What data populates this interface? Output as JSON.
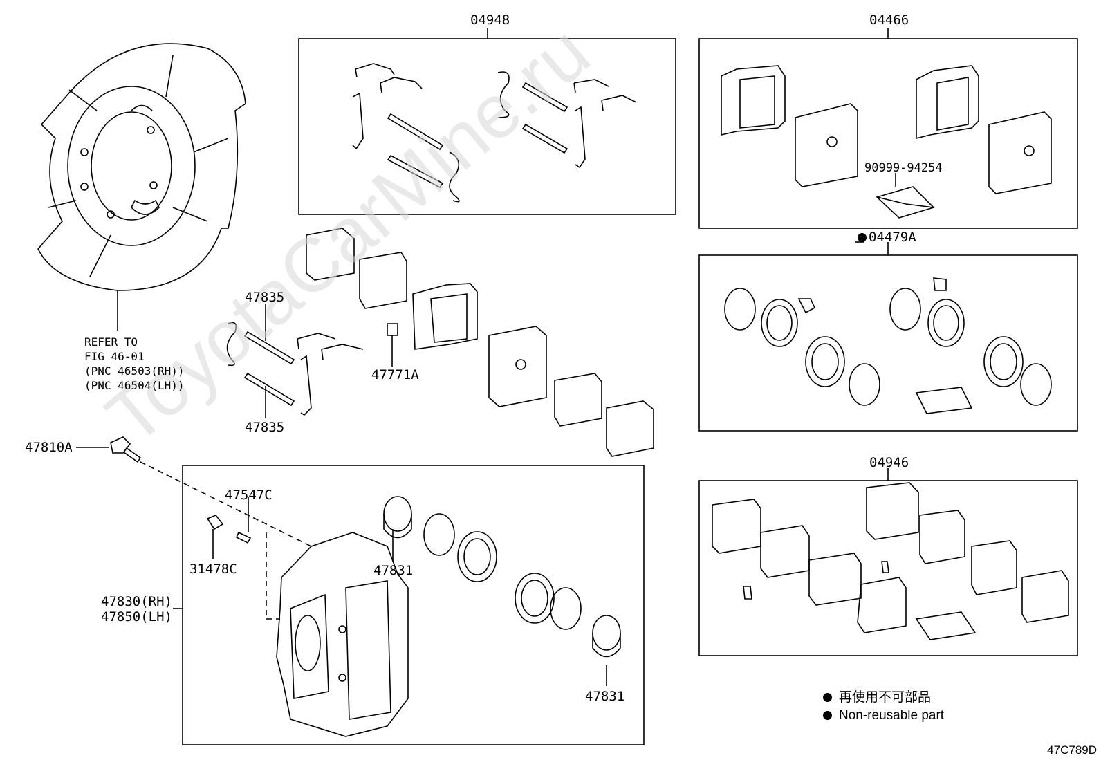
{
  "watermark": "ToyotaCarMine.ru",
  "labels": {
    "kit_04948": "04948",
    "kit_04466": "04466",
    "kit_04479a": "04479A",
    "kit_04946": "04946",
    "part_90999": "90999-94254",
    "pin_upper": "47835",
    "pin_lower": "47835",
    "sensor_47771a": "47771A",
    "bolt_47810a": "47810A",
    "bleeder_47547c": "47547C",
    "cap_31478c": "31478C",
    "piston_upper": "47831",
    "piston_lower": "47831",
    "caliper_rh": "47830(RH)",
    "caliper_lh": "47850(LH)"
  },
  "refer": {
    "line1": "REFER TO",
    "line2": "FIG 46-01",
    "line3": "(PNC 46503(RH))",
    "line4": "(PNC 46504(LH))"
  },
  "legend": {
    "cn": "再使用不可部品",
    "en": "Non-reusable part"
  },
  "drawing_code": "47C789D"
}
